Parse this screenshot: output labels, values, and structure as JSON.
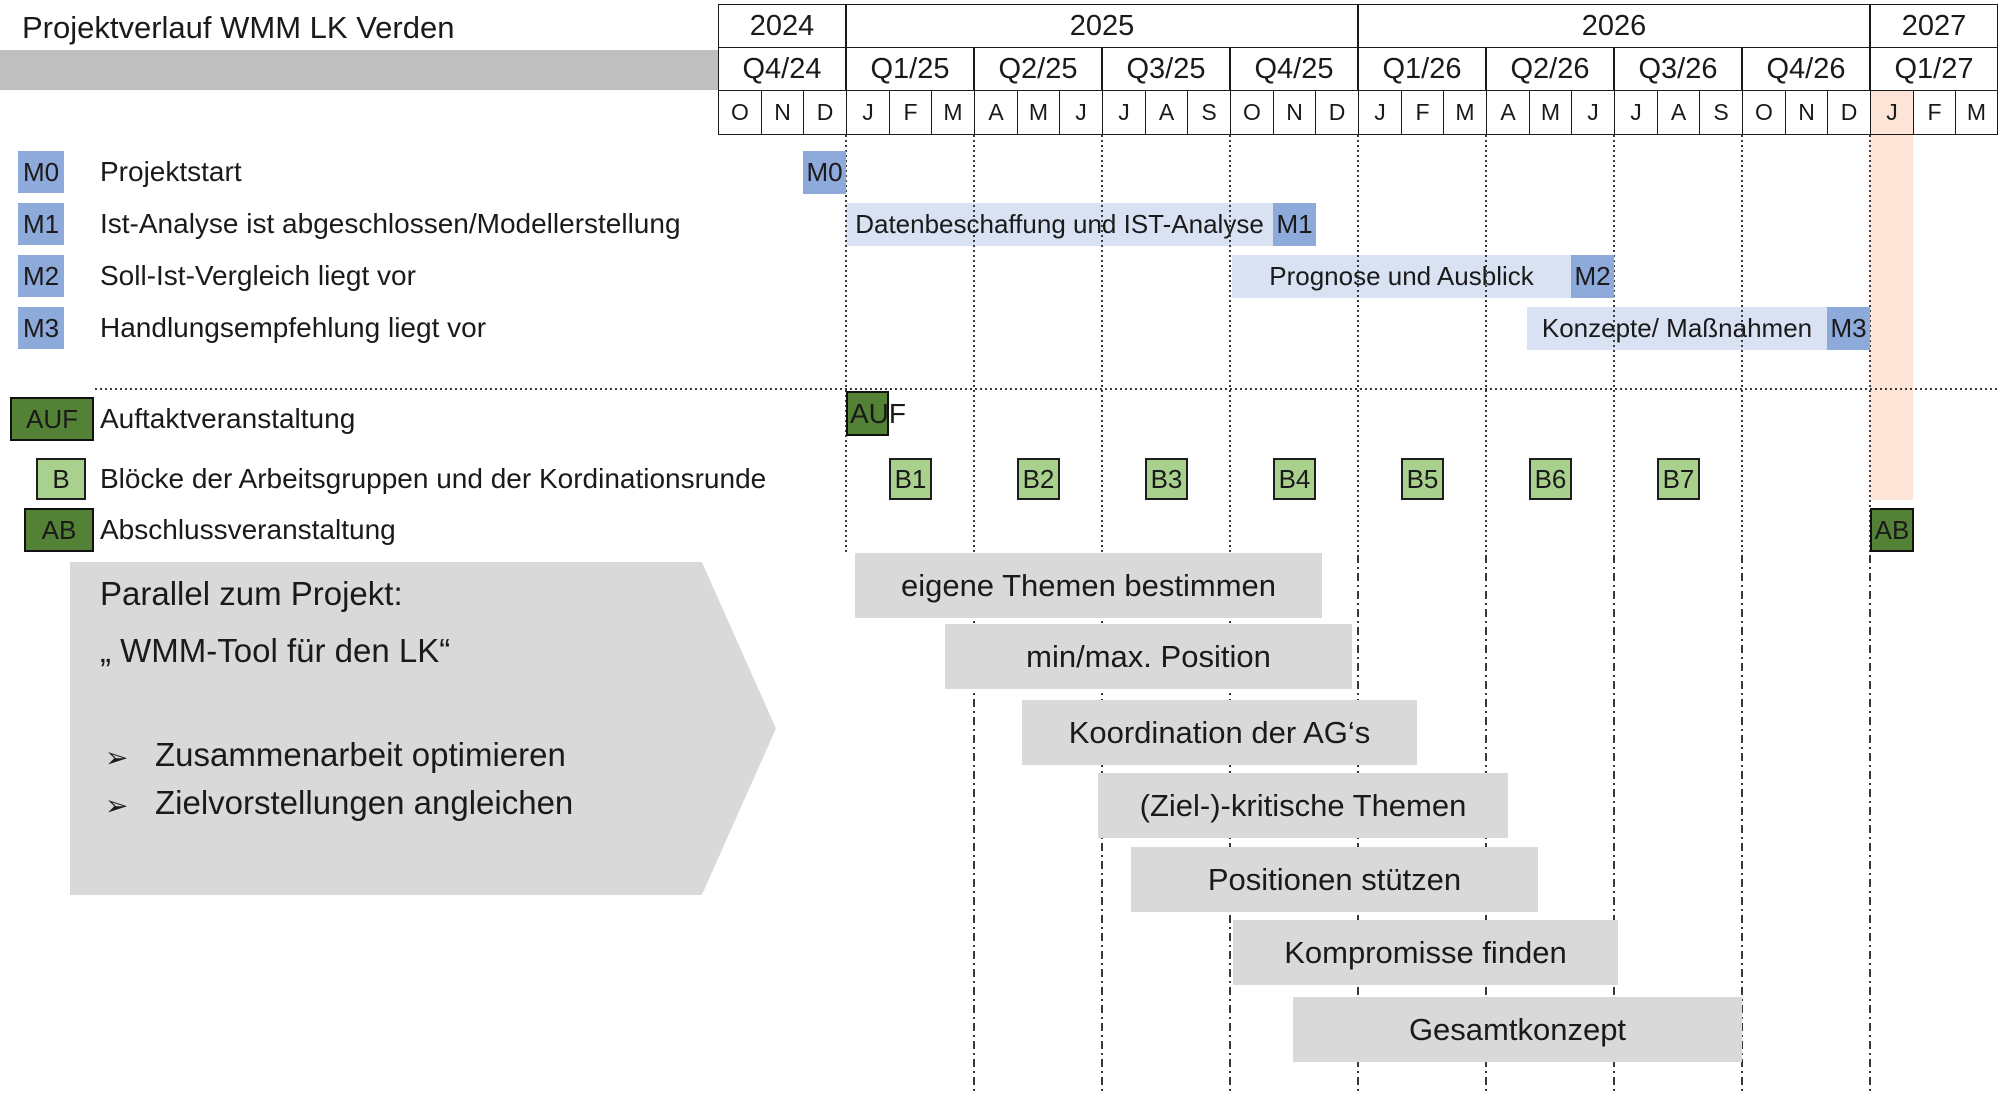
{
  "title": "Projektverlauf WMM LK Verden",
  "header": {
    "years": [
      "2024",
      "2025",
      "2026",
      "2027"
    ],
    "quarters": [
      "Q4/24",
      "Q1/25",
      "Q2/25",
      "Q3/25",
      "Q4/25",
      "Q1/26",
      "Q2/26",
      "Q3/26",
      "Q4/26",
      "Q1/27"
    ],
    "months": [
      "O",
      "N",
      "D",
      "J",
      "F",
      "M",
      "A",
      "M",
      "J",
      "J",
      "A",
      "S",
      "O",
      "N",
      "D",
      "J",
      "F",
      "M",
      "A",
      "M",
      "J",
      "J",
      "A",
      "S",
      "O",
      "N",
      "D",
      "J",
      "F",
      "M"
    ],
    "highlighted_month": "J (Jan 2027)"
  },
  "legend": [
    {
      "badge": "M0",
      "label": "Projektstart"
    },
    {
      "badge": "M1",
      "label": "Ist-Analyse ist abgeschlossen/Modellerstellung"
    },
    {
      "badge": "M2",
      "label": "Soll-Ist-Vergleich liegt vor"
    },
    {
      "badge": "M3",
      "label": "Handlungsempfehlung liegt vor"
    },
    {
      "badge": "AUF",
      "label": "Auftaktveranstaltung"
    },
    {
      "badge": "B",
      "label": "Blöcke der Arbeitsgruppen und der Kordinationsrunde"
    },
    {
      "badge": "AB",
      "label": "Abschlussveranstaltung"
    }
  ],
  "gantt": {
    "milestones": [
      {
        "id": "M0",
        "month": "Dez 2024"
      },
      {
        "id": "M1",
        "month": "Nov 2025"
      },
      {
        "id": "M2",
        "month": "Jun 2026"
      },
      {
        "id": "M3",
        "month": "Dez 2026"
      }
    ],
    "bars": [
      {
        "label": "Datenbeschaffung und IST-Analyse",
        "start": "Jan 2025",
        "end": "Nov 2025"
      },
      {
        "label": "Prognose und Ausblick",
        "start": "Okt 2025",
        "end": "Jun 2026"
      },
      {
        "label": "Konzepte/ Maßnahmen",
        "start": "Mai 2026",
        "end": "Dez 2026"
      }
    ],
    "auf_marker": {
      "id": "AUF",
      "month": "Jan 2025"
    },
    "b_blocks": [
      {
        "label": "B1",
        "month": "Feb 2025"
      },
      {
        "label": "B2",
        "month": "Mai 2025"
      },
      {
        "label": "B3",
        "month": "Aug 2025"
      },
      {
        "label": "B4",
        "month": "Nov 2025"
      },
      {
        "label": "B5",
        "month": "Feb 2026"
      },
      {
        "label": "B6",
        "month": "Mai 2026"
      },
      {
        "label": "B7",
        "month": "Aug 2026"
      }
    ],
    "ab_marker": {
      "id": "AB",
      "month": "Jan 2027"
    }
  },
  "side_note": {
    "line1": "Parallel zum Projekt:",
    "line2": "„ WMM-Tool für den LK“",
    "bullet_glyph": "➢",
    "bullets": [
      "Zusammenarbeit optimieren",
      "Zielvorstellungen angleichen"
    ]
  },
  "phases": [
    "eigene Themen bestimmen",
    "min/max. Position",
    "Koordination der AG‘s",
    "(Ziel-)-kritische Themen",
    "Positionen stützen",
    "Kompromisse finden",
    "Gesamtkonzept"
  ],
  "colors": {
    "milestone_blue": "#8EAADB",
    "bar_light_blue": "#D9E2F3",
    "event_dark_green": "#538135",
    "block_light_green": "#A9D18E",
    "phase_gray": "#D9D9D9",
    "header_band_gray": "#BFBFBF",
    "highlight_peach": "#FCE4D6"
  }
}
